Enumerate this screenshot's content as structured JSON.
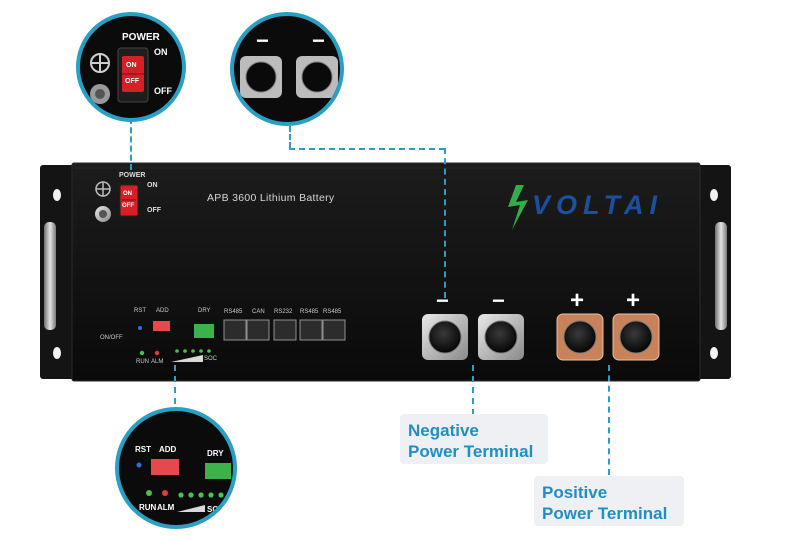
{
  "panel": {
    "title": "APB 3600 Lithium Battery",
    "brand": "VOLTAI",
    "power_label": "POWER",
    "on_label": "ON",
    "off_label": "OFF",
    "switch_on": "ON",
    "switch_off": "OFF",
    "onoff_label": "ON/OFF",
    "rst_label": "RST",
    "add_label": "ADD",
    "dry_label": "DRY",
    "run_label": "RUN",
    "alm_label": "ALM",
    "soc_label": "SOC",
    "ports": [
      "RS485",
      "CAN",
      "RS232",
      "RS485",
      "RS485"
    ],
    "negative_symbol": "−",
    "positive_symbol": "+"
  },
  "callouts": {
    "negative_line1": "Negative",
    "negative_line2": "Power Terminal",
    "positive_line1": "Positive",
    "positive_line2": "Power Terminal"
  },
  "colors": {
    "accent": "#2a9fc4",
    "label_text": "#1f8fc6",
    "panel": "#111111",
    "brand_blue": "#1b4fa0",
    "brand_green": "#2fae4a",
    "switch_red": "#d61f26",
    "terminal_copper": "#c9835a"
  }
}
